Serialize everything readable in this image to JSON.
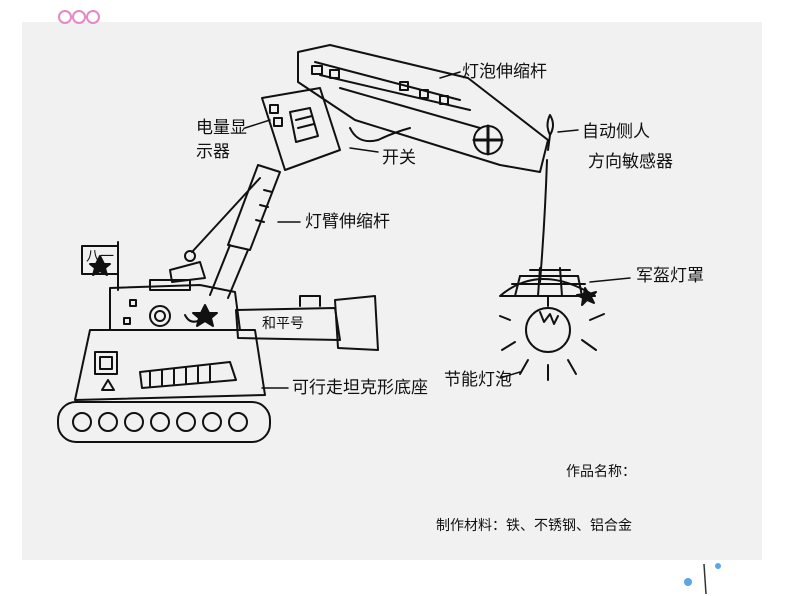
{
  "labels": {
    "lamp_rod": "灯泡伸缩杆",
    "display_line1": "电量显",
    "display_line2": "示器",
    "switch": "开关",
    "sensor_line1": "自动侧人",
    "sensor_line2": "方向敏感器",
    "arm_rod": "灯臂伸缩杆",
    "flag": "八一",
    "lampshade": "军盔灯罩",
    "cannon": "和平号",
    "bulb": "节能灯泡",
    "base": "可行走坦克形底座",
    "work_name": "作品名称：",
    "materials": "制作材料：铁、不锈钢、铝合金"
  }
}
